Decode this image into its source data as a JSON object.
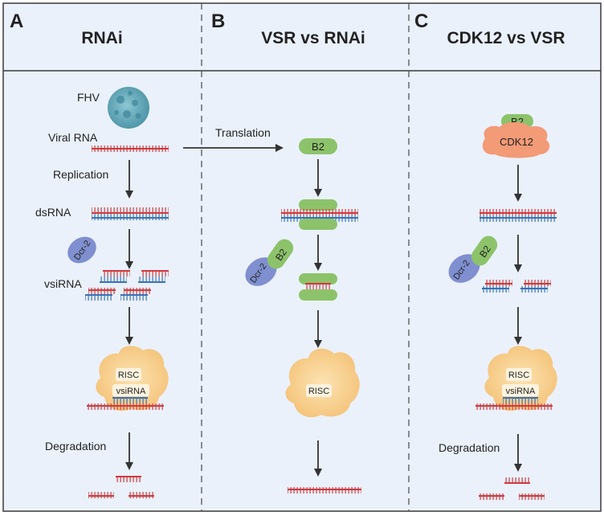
{
  "panels": [
    {
      "letter": "A",
      "title": "RNAi"
    },
    {
      "letter": "B",
      "title": "VSR vs RNAi"
    },
    {
      "letter": "C",
      "title": "CDK12 vs VSR"
    }
  ],
  "labels": {
    "fhv": "FHV",
    "viral_rna": "Viral RNA",
    "replication": "Replication",
    "dsrna": "dsRNA",
    "vsirna": "vsiRNA",
    "degradation": "Degradation",
    "translation": "Translation"
  },
  "proteins": {
    "b2": "B2",
    "dcr2": "Dcr-2",
    "cdk12": "CDK12",
    "risc": "RISC",
    "risc_vsirna": "vsiRNA"
  },
  "colors": {
    "background": "#eaf1fb",
    "header": "#e8f0fb",
    "border": "#3a3a3a",
    "red_strand": "#d0393e",
    "blue_strand": "#3a72b8",
    "b2_green": "#8cc36a",
    "dcr2_purple": "#7f8fcf",
    "cdk12_orange": "#f39a76",
    "risc_yellow": "#f6cd8a",
    "virus_teal": "#5aa3b5",
    "arrow": "#333333"
  }
}
